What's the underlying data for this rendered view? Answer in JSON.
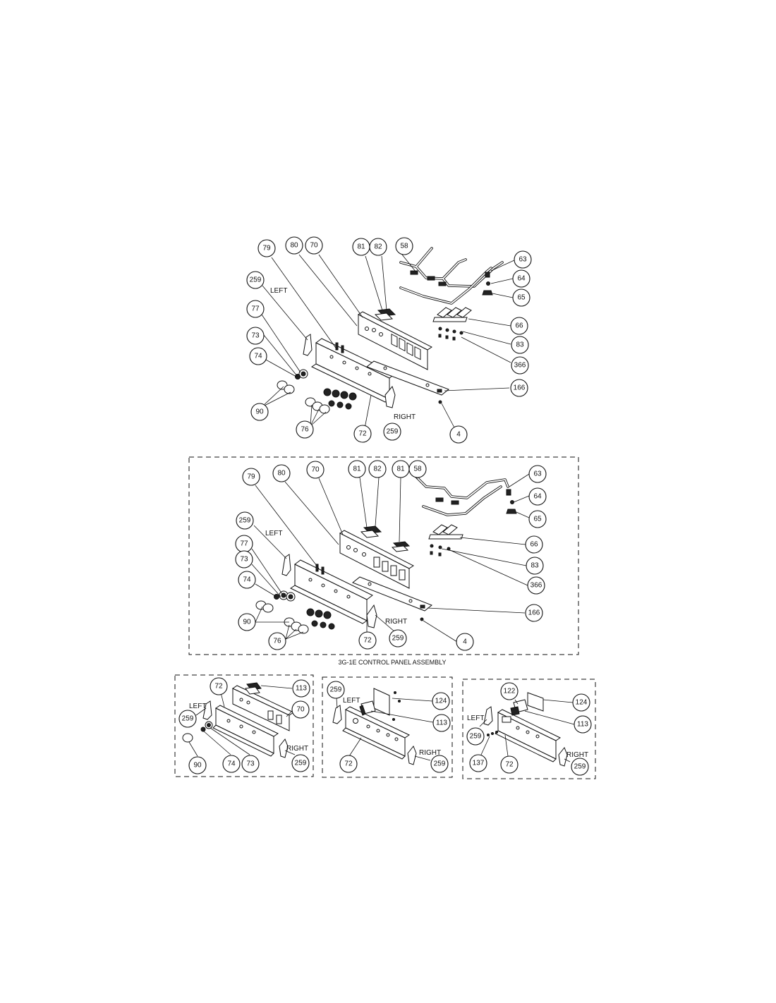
{
  "assemblies": [
    {
      "labels": [
        "LEFT",
        "RIGHT"
      ],
      "callouts": [
        "79",
        "80",
        "70",
        "81",
        "82",
        "58",
        "63",
        "64",
        "65",
        "259",
        "77",
        "73",
        "74",
        "90",
        "76",
        "72",
        "259",
        "4",
        "166",
        "366",
        "83",
        "66"
      ]
    },
    {
      "caption": "3G-1E CONTROL PANEL ASSEMBLY",
      "labels": [
        "LEFT",
        "RIGHT"
      ],
      "callouts": [
        "79",
        "80",
        "70",
        "81",
        "82",
        "81",
        "58",
        "63",
        "64",
        "65",
        "259",
        "77",
        "73",
        "74",
        "90",
        "76",
        "72",
        "259",
        "4",
        "166",
        "366",
        "83",
        "66"
      ]
    },
    {
      "labels": [
        "LEFT",
        "RIGHT"
      ],
      "callouts": [
        "72",
        "113",
        "259",
        "70",
        "90",
        "74",
        "73",
        "259"
      ]
    },
    {
      "labels": [
        "LEFT",
        "RIGHT"
      ],
      "callouts": [
        "259",
        "124",
        "113",
        "72",
        "259"
      ]
    },
    {
      "labels": [
        "LEFT",
        "RIGHT"
      ],
      "callouts": [
        "122",
        "124",
        "113",
        "259",
        "137",
        "72",
        "259"
      ]
    }
  ]
}
